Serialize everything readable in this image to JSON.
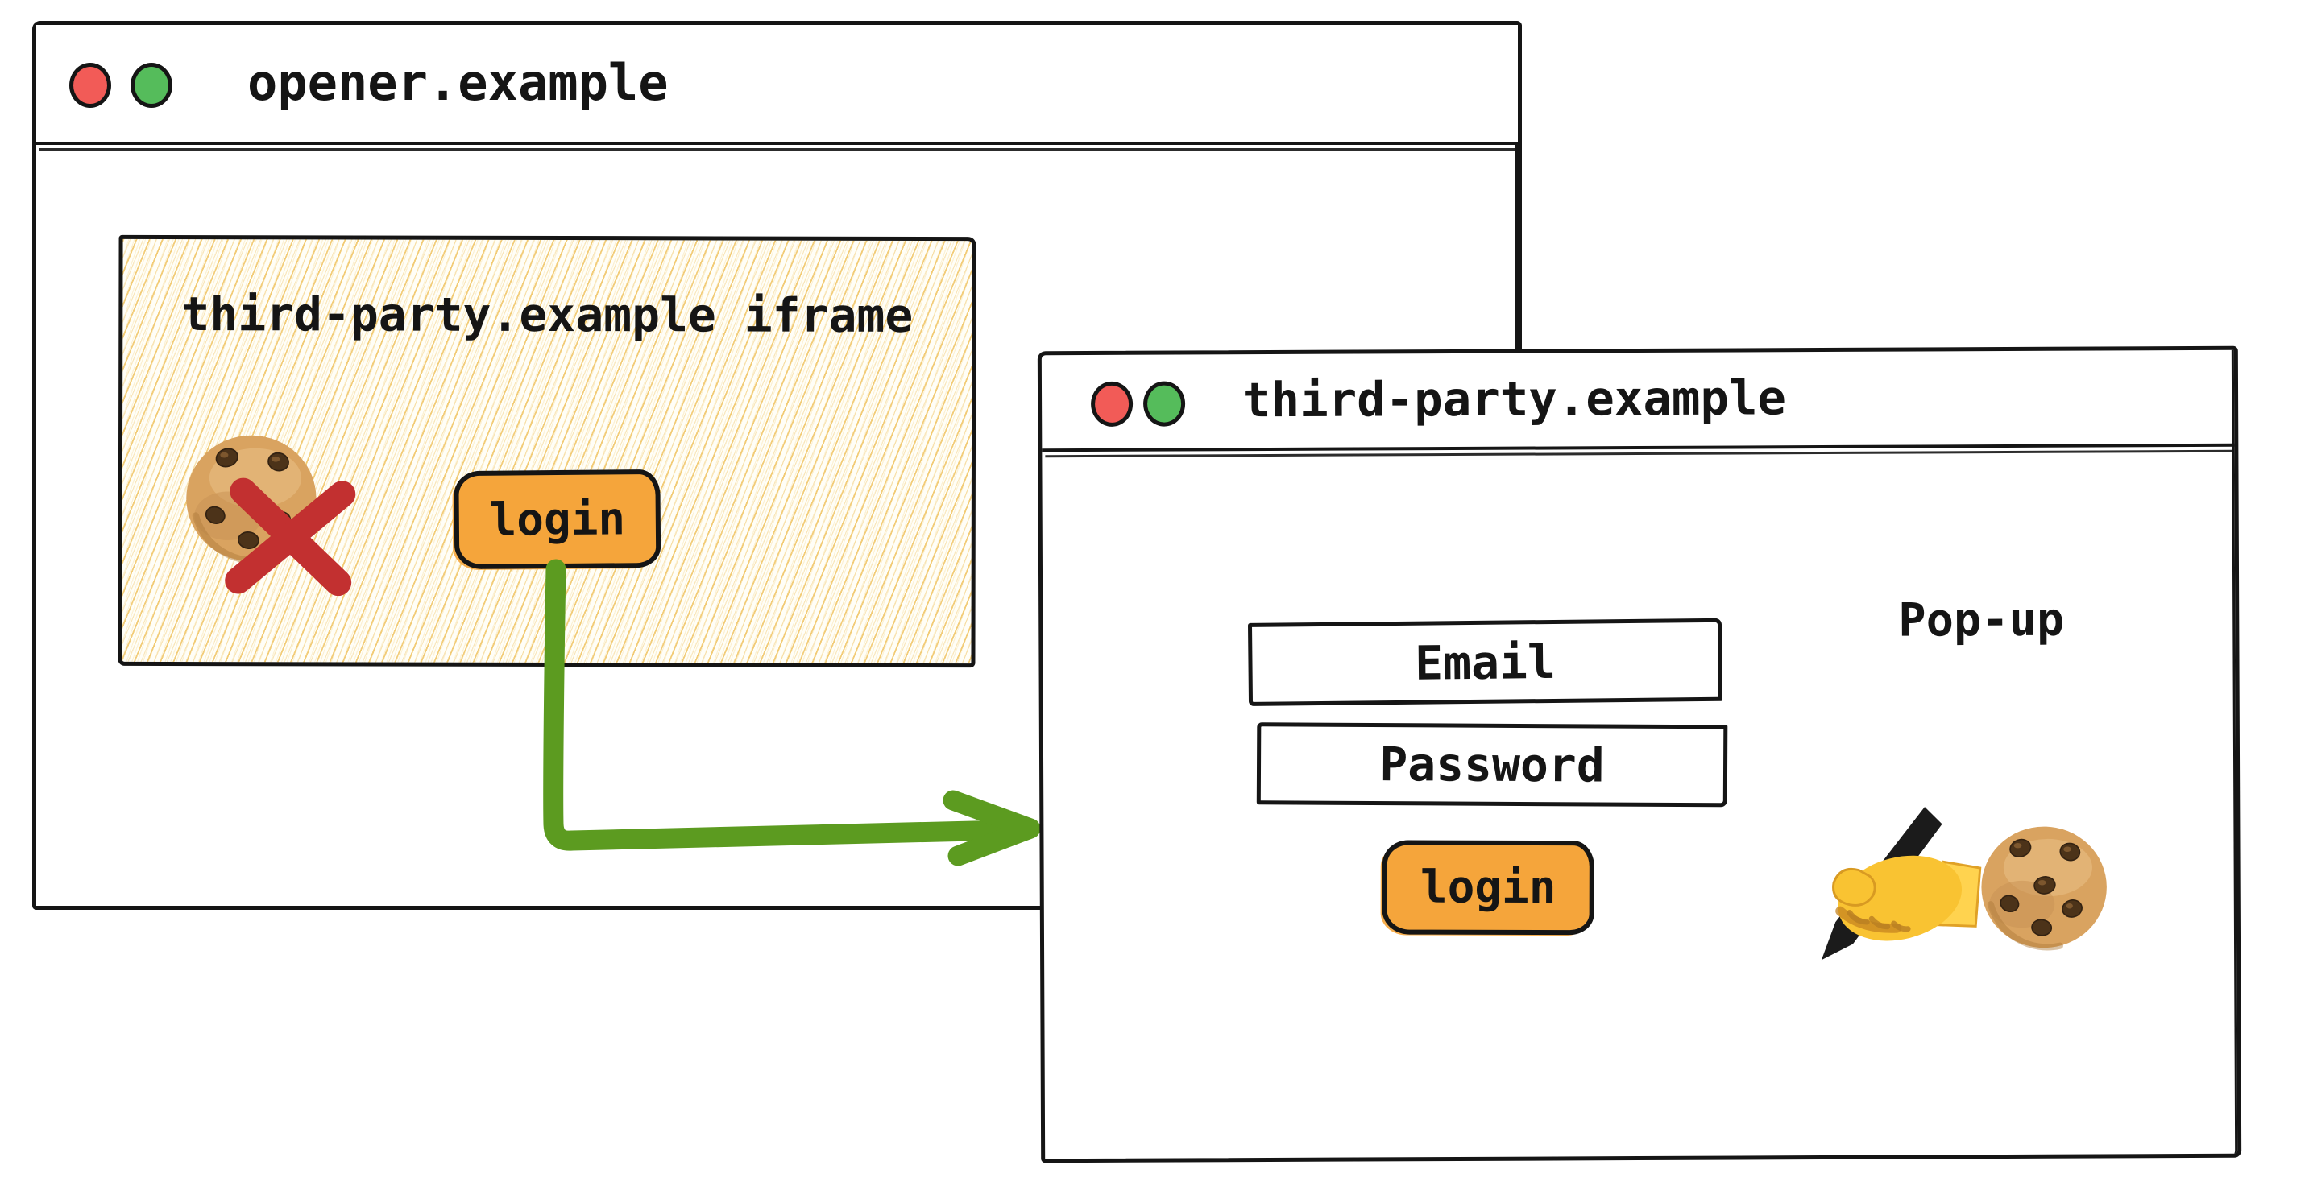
{
  "colors": {
    "ink": "#151515",
    "accent_orange": "#F5A53B",
    "arrow_green": "#5C9B20",
    "traffic_red": "#F25B57",
    "traffic_green": "#55BC5B",
    "cross_red": "#C23030",
    "hatch_yellow": "#F0C464",
    "cookie_tan": "#D9A360"
  },
  "opener_window": {
    "title": "opener.example",
    "traffic_lights": [
      {
        "name": "red"
      },
      {
        "name": "green"
      }
    ],
    "iframe": {
      "label": "third-party.example iframe",
      "login_button_label": "login",
      "icon_names": [
        "blocked-cookie-icon",
        "red-cross-icon"
      ]
    }
  },
  "popup_window": {
    "title": "third-party.example",
    "window_label": "Pop-up",
    "traffic_lights": [
      {
        "name": "red"
      },
      {
        "name": "green"
      }
    ],
    "fields": {
      "email_label": "Email",
      "password_label": "Password"
    },
    "login_button_label": "login",
    "icon_names": [
      "writing-hand-icon",
      "cookie-icon"
    ]
  },
  "arrow": {
    "name": "login-opens-popup-arrow",
    "from": "iframe login button",
    "to": "popup window"
  }
}
